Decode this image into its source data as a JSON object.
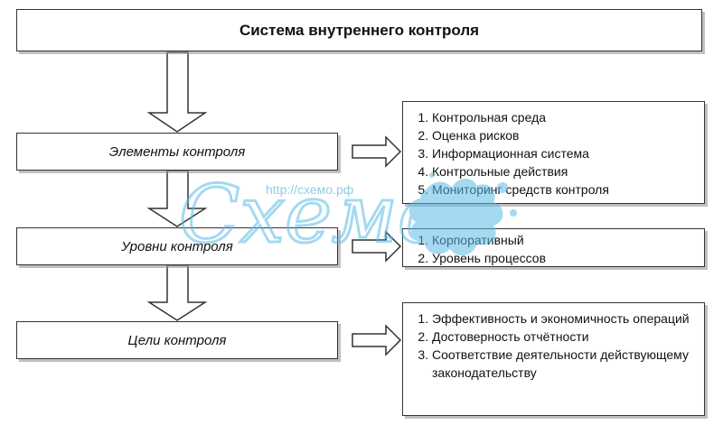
{
  "title": "Система внутреннего контроля",
  "rows": [
    {
      "label": "Элементы контроля",
      "items": [
        "Контрольная среда",
        "Оценка рисков",
        "Информационная система",
        "Контрольные действия",
        "Мониторинг средств контроля"
      ]
    },
    {
      "label": "Уровни контроля",
      "items": [
        "Корпоративный",
        "Уровень процессов"
      ]
    },
    {
      "label": "Цели контроля",
      "items": [
        "Эффективность и экономичность операций",
        "Достоверность отчётности",
        "Соответствие деятельности действующему законодательству"
      ]
    }
  ],
  "watermark": {
    "url": "http://схемо.рф",
    "logo_text": "Схемо",
    "color": "#5bbbe6"
  }
}
